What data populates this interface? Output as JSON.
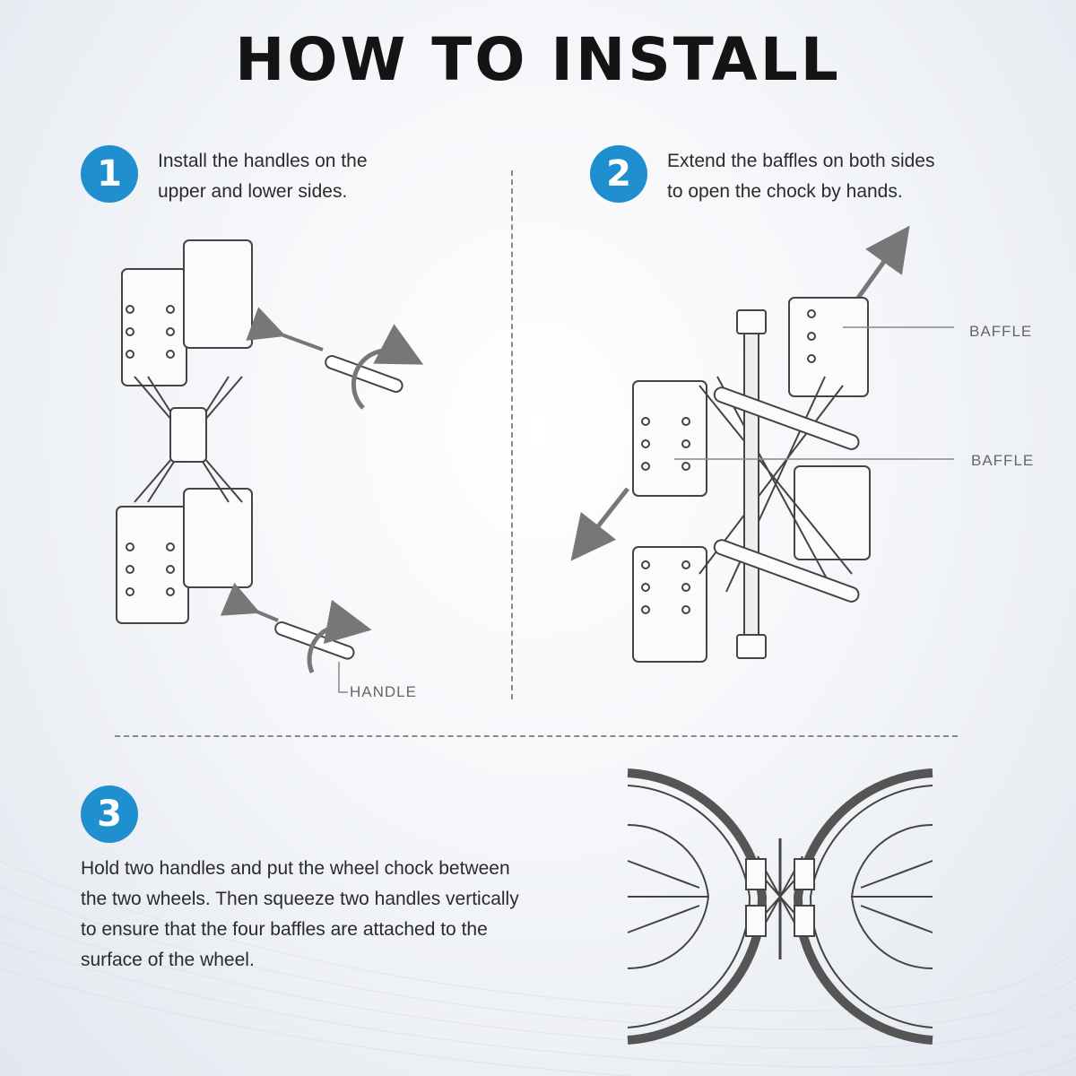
{
  "title": "HOW TO INSTALL",
  "steps": [
    {
      "number": "1",
      "text": "Install the handles on the\nupper and lower sides."
    },
    {
      "number": "2",
      "text": "Extend the baffles on both sides\nto open the chock by hands."
    },
    {
      "number": "3",
      "text": "Hold two handles and put the wheel chock between\nthe two wheels. Then squeeze two handles vertically\nto ensure that the four baffles are attached to the\nsurface of the wheel."
    }
  ],
  "labels": {
    "handle": "HANDLE",
    "baffle_top": "BAFFLE",
    "baffle_mid": "BAFFLE"
  },
  "colors": {
    "badge": "#1f8fd0",
    "title": "#141414"
  }
}
